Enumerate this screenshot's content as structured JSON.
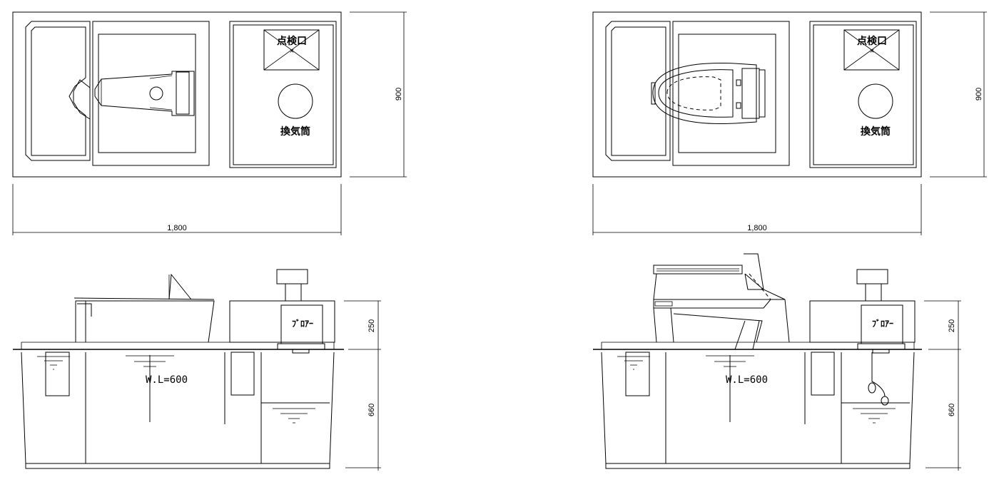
{
  "left_drawing": {
    "plan": {
      "inspection_label": "点検口",
      "vent_label": "換気筒",
      "width_dim": "1,800",
      "depth_dim": "900"
    },
    "section": {
      "blower_label": "ﾌﾞﾛｱｰ",
      "water_level": "W.L=600",
      "upper_dim": "250",
      "lower_dim": "660"
    }
  },
  "right_drawing": {
    "plan": {
      "inspection_label": "点検口",
      "vent_label": "換気筒",
      "width_dim": "1,800",
      "depth_dim": "900"
    },
    "section": {
      "blower_label": "ﾌﾞﾛｱｰ",
      "water_level": "W.L=600",
      "upper_dim": "250",
      "lower_dim": "660"
    }
  }
}
